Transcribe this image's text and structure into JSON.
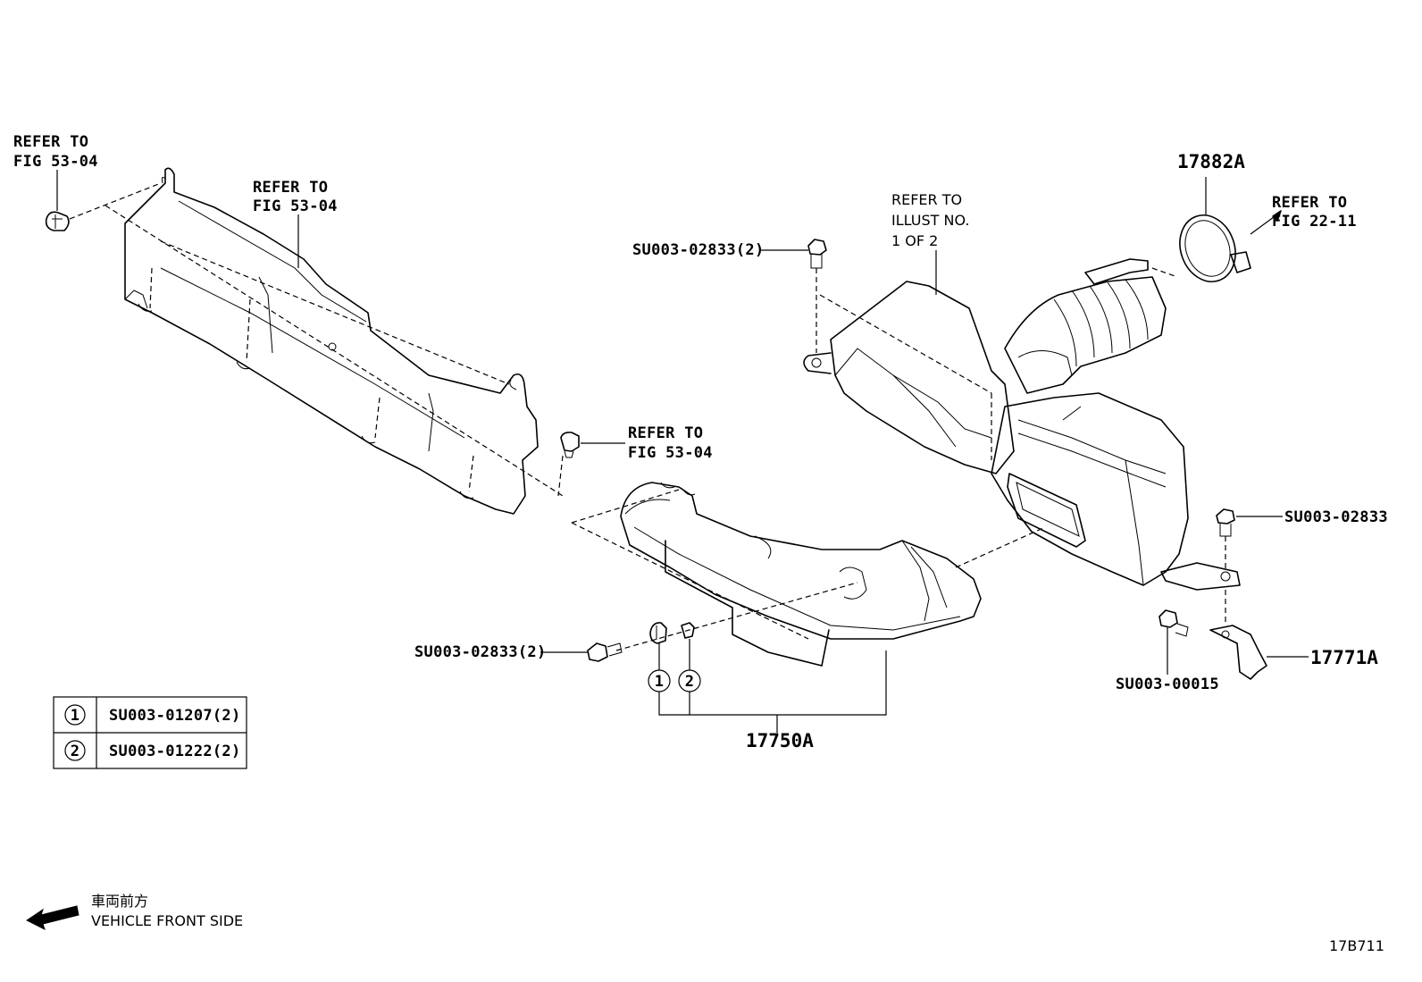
{
  "labels": {
    "refer_fig5304_a": [
      "REFER TO",
      "FIG 53-04"
    ],
    "refer_fig5304_b": [
      "REFER TO",
      "FIG 53-04"
    ],
    "refer_fig5304_c": [
      "REFER TO",
      "FIG 53-04"
    ],
    "refer_illust": [
      "REFER TO",
      "ILLUST NO.",
      "1 OF 2"
    ],
    "refer_fig2211": [
      "REFER TO",
      "FIG 22-11"
    ],
    "part_17882A": "17882A",
    "part_17750A": "17750A",
    "part_17771A": "17771A",
    "bolt_top": "SU003-02833(2)",
    "bolt_left": "SU003-02833(2)",
    "bolt_right": "SU003-02833",
    "bolt_bracket": "SU003-00015",
    "callout_1": "1",
    "callout_2": "2"
  },
  "legend": [
    {
      "callout": "1",
      "part": "SU003-01207(2)"
    },
    {
      "callout": "2",
      "part": "SU003-01222(2)"
    }
  ],
  "direction": {
    "japanese": "車両前方",
    "english": "VEHICLE FRONT SIDE"
  },
  "figure_code": "17B711"
}
